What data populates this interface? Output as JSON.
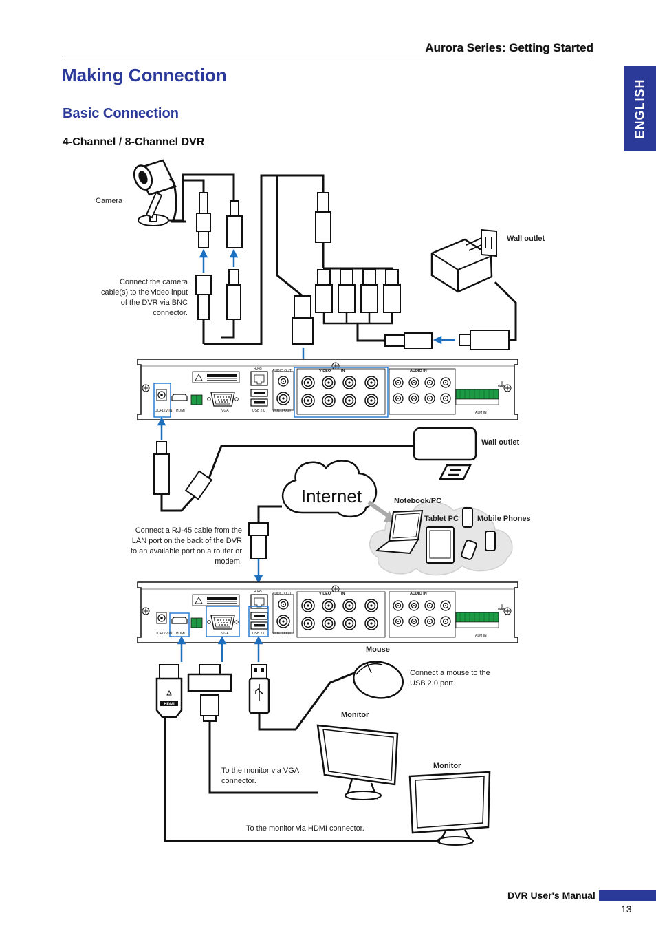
{
  "header": {
    "series": "Aurora Series: Getting Started"
  },
  "page_title": "Making Connection",
  "section_title": "Basic Connection",
  "sub_title": "4-Channel / 8-Channel DVR",
  "lang_tab": "ENGLISH",
  "labels": {
    "camera": "Camera",
    "wall_outlet_1": "Wall outlet",
    "wall_outlet_2": "Wall outlet",
    "bnc_note": "Connect the camera cable(s) to the video input of the DVR via BNC connector.",
    "internet": "Internet",
    "notebook": "Notebook/PC",
    "tablet": "Tablet PC",
    "mobile": "Mobile Phones",
    "rj45_note": "Connect a RJ-45 cable from the LAN port on the back of the DVR to an available port on a router or modem.",
    "mouse": "Mouse",
    "mouse_note": "Connect a mouse to the USB 2.0 port.",
    "monitor_1": "Monitor",
    "monitor_2": "Monitor",
    "vga_note": "To the monitor via VGA connector.",
    "hdmi_note": "To the monitor via HDMI connector."
  },
  "panel": {
    "caution": "CAUTION",
    "rj45": "RJ45",
    "audio_out": "AUDIO OUT",
    "video_in": "VIDEO",
    "video_in_suffix": "IN",
    "video_out": "VIDEO OUT",
    "audio_in": "AUDIO IN",
    "dc": "DC+12V IN",
    "hdmi": "HDMI",
    "vga": "VGA",
    "usb": "USB 2.0",
    "alm": "ALM IN",
    "gnd": "GND",
    "hdmi_logo": "HDMI"
  },
  "footer": {
    "manual": "DVR User's Manual",
    "page": "13"
  },
  "colors": {
    "accent": "#2b3a99",
    "arrow": "#1f6fbf",
    "highlight": "#2a7fd4"
  }
}
